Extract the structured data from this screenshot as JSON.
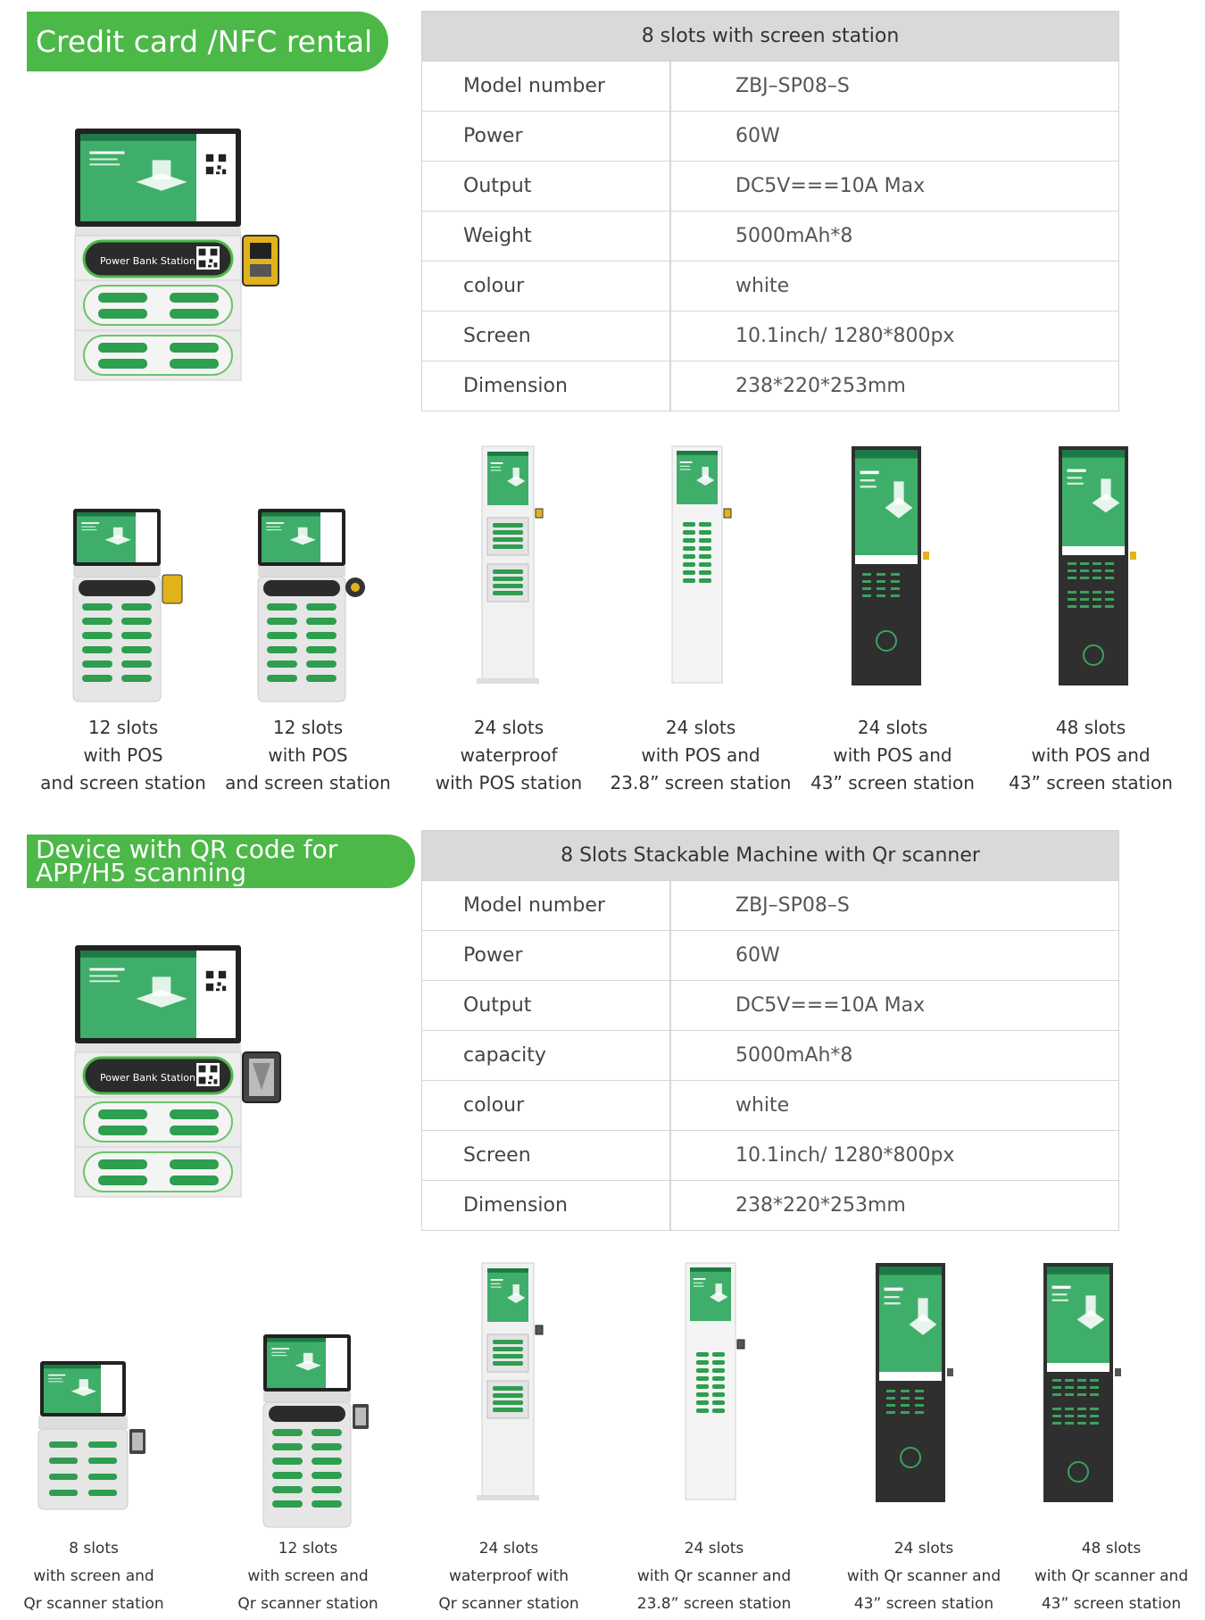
{
  "section1": {
    "banner": "Credit card /NFC rental",
    "table_title": "8 slots with screen station",
    "rows": [
      {
        "key": "Model number",
        "value": "ZBJ–SP08–S"
      },
      {
        "key": "Power",
        "value": "60W"
      },
      {
        "key": "Output",
        "value": "DC5V===10A Max"
      },
      {
        "key": "Weight",
        "value": "5000mAh*8"
      },
      {
        "key": "colour",
        "value": "white"
      },
      {
        "key": "Screen",
        "value": "10.1inch/ 1280*800px"
      },
      {
        "key": "Dimension",
        "value": "238*220*253mm"
      }
    ],
    "models": [
      {
        "line1": "12 slots",
        "line2": "with POS",
        "line3": "and screen station"
      },
      {
        "line1": "12 slots",
        "line2": "with POS",
        "line3": "and screen station"
      },
      {
        "line1": "24 slots",
        "line2": "waterproof",
        "line3": "with POS station"
      },
      {
        "line1": "24 slots",
        "line2": "with POS and",
        "line3": "23.8” screen station"
      },
      {
        "line1": "24 slots",
        "line2": "with POS and",
        "line3": "43” screen station"
      },
      {
        "line1": "48 slots",
        "line2": "with POS and",
        "line3": "43” screen station"
      }
    ]
  },
  "section2": {
    "banner_line1": "Device with QR code for",
    "banner_line2": "APP/H5 scanning",
    "table_title": "8 Slots Stackable Machine with Qr scanner",
    "rows": [
      {
        "key": "Model number",
        "value": "ZBJ–SP08–S"
      },
      {
        "key": "Power",
        "value": "60W"
      },
      {
        "key": "Output",
        "value": "DC5V===10A Max"
      },
      {
        "key": "capacity",
        "value": "5000mAh*8"
      },
      {
        "key": "colour",
        "value": "white"
      },
      {
        "key": "Screen",
        "value": "10.1inch/ 1280*800px"
      },
      {
        "key": "Dimension",
        "value": "238*220*253mm"
      }
    ],
    "models": [
      {
        "line1": "8 slots",
        "line2": "with screen and",
        "line3": "Qr scanner station"
      },
      {
        "line1": "12 slots",
        "line2": "with screen and",
        "line3": "Qr scanner station"
      },
      {
        "line1": "24 slots",
        "line2": "waterproof with",
        "line3": "Qr scanner station"
      },
      {
        "line1": "24 slots",
        "line2": "with Qr scanner and",
        "line3": "23.8” screen station"
      },
      {
        "line1": "24 slots",
        "line2": "with Qr scanner and",
        "line3": "43” screen station"
      },
      {
        "line1": "48 slots",
        "line2": "with Qr scanner and",
        "line3": "43” screen station"
      }
    ]
  },
  "screen_text": {
    "power_bank_station": "Power Bank Station"
  },
  "colors": {
    "brand_green": "#4cb848",
    "slot_green": "#2e9e4f",
    "dark_body": "#2f2f2f",
    "header_gray": "#d9d9d9"
  }
}
